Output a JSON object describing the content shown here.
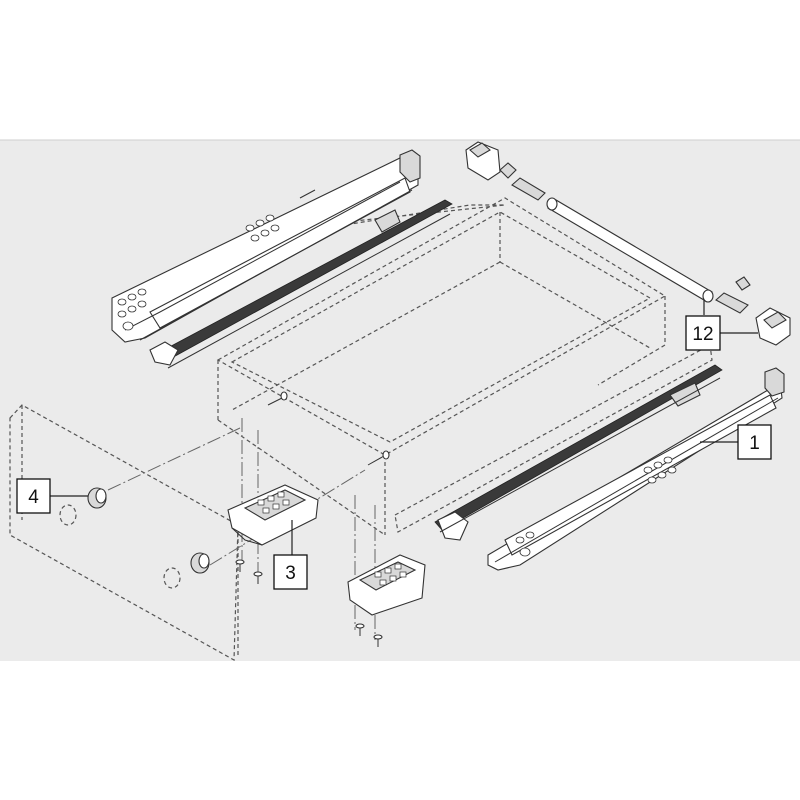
{
  "diagram": {
    "colors": {
      "panel_background": "#ebebeb",
      "line": "#333333",
      "part_fill": "#ffffff",
      "rack_fill": "#3a3a3a"
    },
    "callouts": [
      {
        "id": "part-1",
        "label": "1"
      },
      {
        "id": "part-3",
        "label": "3"
      },
      {
        "id": "part-4",
        "label": "4"
      },
      {
        "id": "part-12",
        "label": "12"
      }
    ]
  }
}
